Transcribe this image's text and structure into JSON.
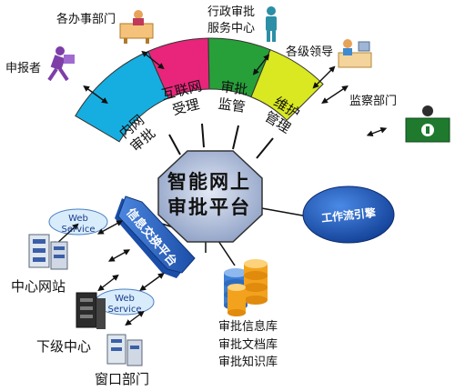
{
  "hub": {
    "line1": "智能网上",
    "line2": "审批平台"
  },
  "segments": [
    {
      "line1": "内网",
      "line2": "审批",
      "color": "#16aee0"
    },
    {
      "line1": "互联网",
      "line2": "受理",
      "color": "#e8257a"
    },
    {
      "line1": "审批",
      "line2": "监管",
      "color": "#27a03a"
    },
    {
      "line1": "维护",
      "line2": "管理",
      "color": "#d9e820"
    }
  ],
  "actors": {
    "departments": "各办事部门",
    "admin_center_1": "行政审批",
    "admin_center_2": "服务中心",
    "applicant": "申报者",
    "leaders": "各级领导",
    "supervision": "监察部门"
  },
  "workflow_engine": "工作流引擎",
  "info_exchange": "信息交换平台",
  "web_service": {
    "line1": "Web",
    "line2": "Service"
  },
  "databases": {
    "line1": "审批信息库",
    "line2": "审批文档库",
    "line3": "审批知识库"
  },
  "nodes": {
    "central_site": "中心网站",
    "sub_center": "下级中心",
    "window_dept": "窗口部门"
  },
  "colors": {
    "hub_fill": "#a8b6d4",
    "engine_fill": "#1f5fbf",
    "exchange_fill": "#2a62c8",
    "db_color": "#f2a21c",
    "db_blue": "#3c7fd6"
  }
}
